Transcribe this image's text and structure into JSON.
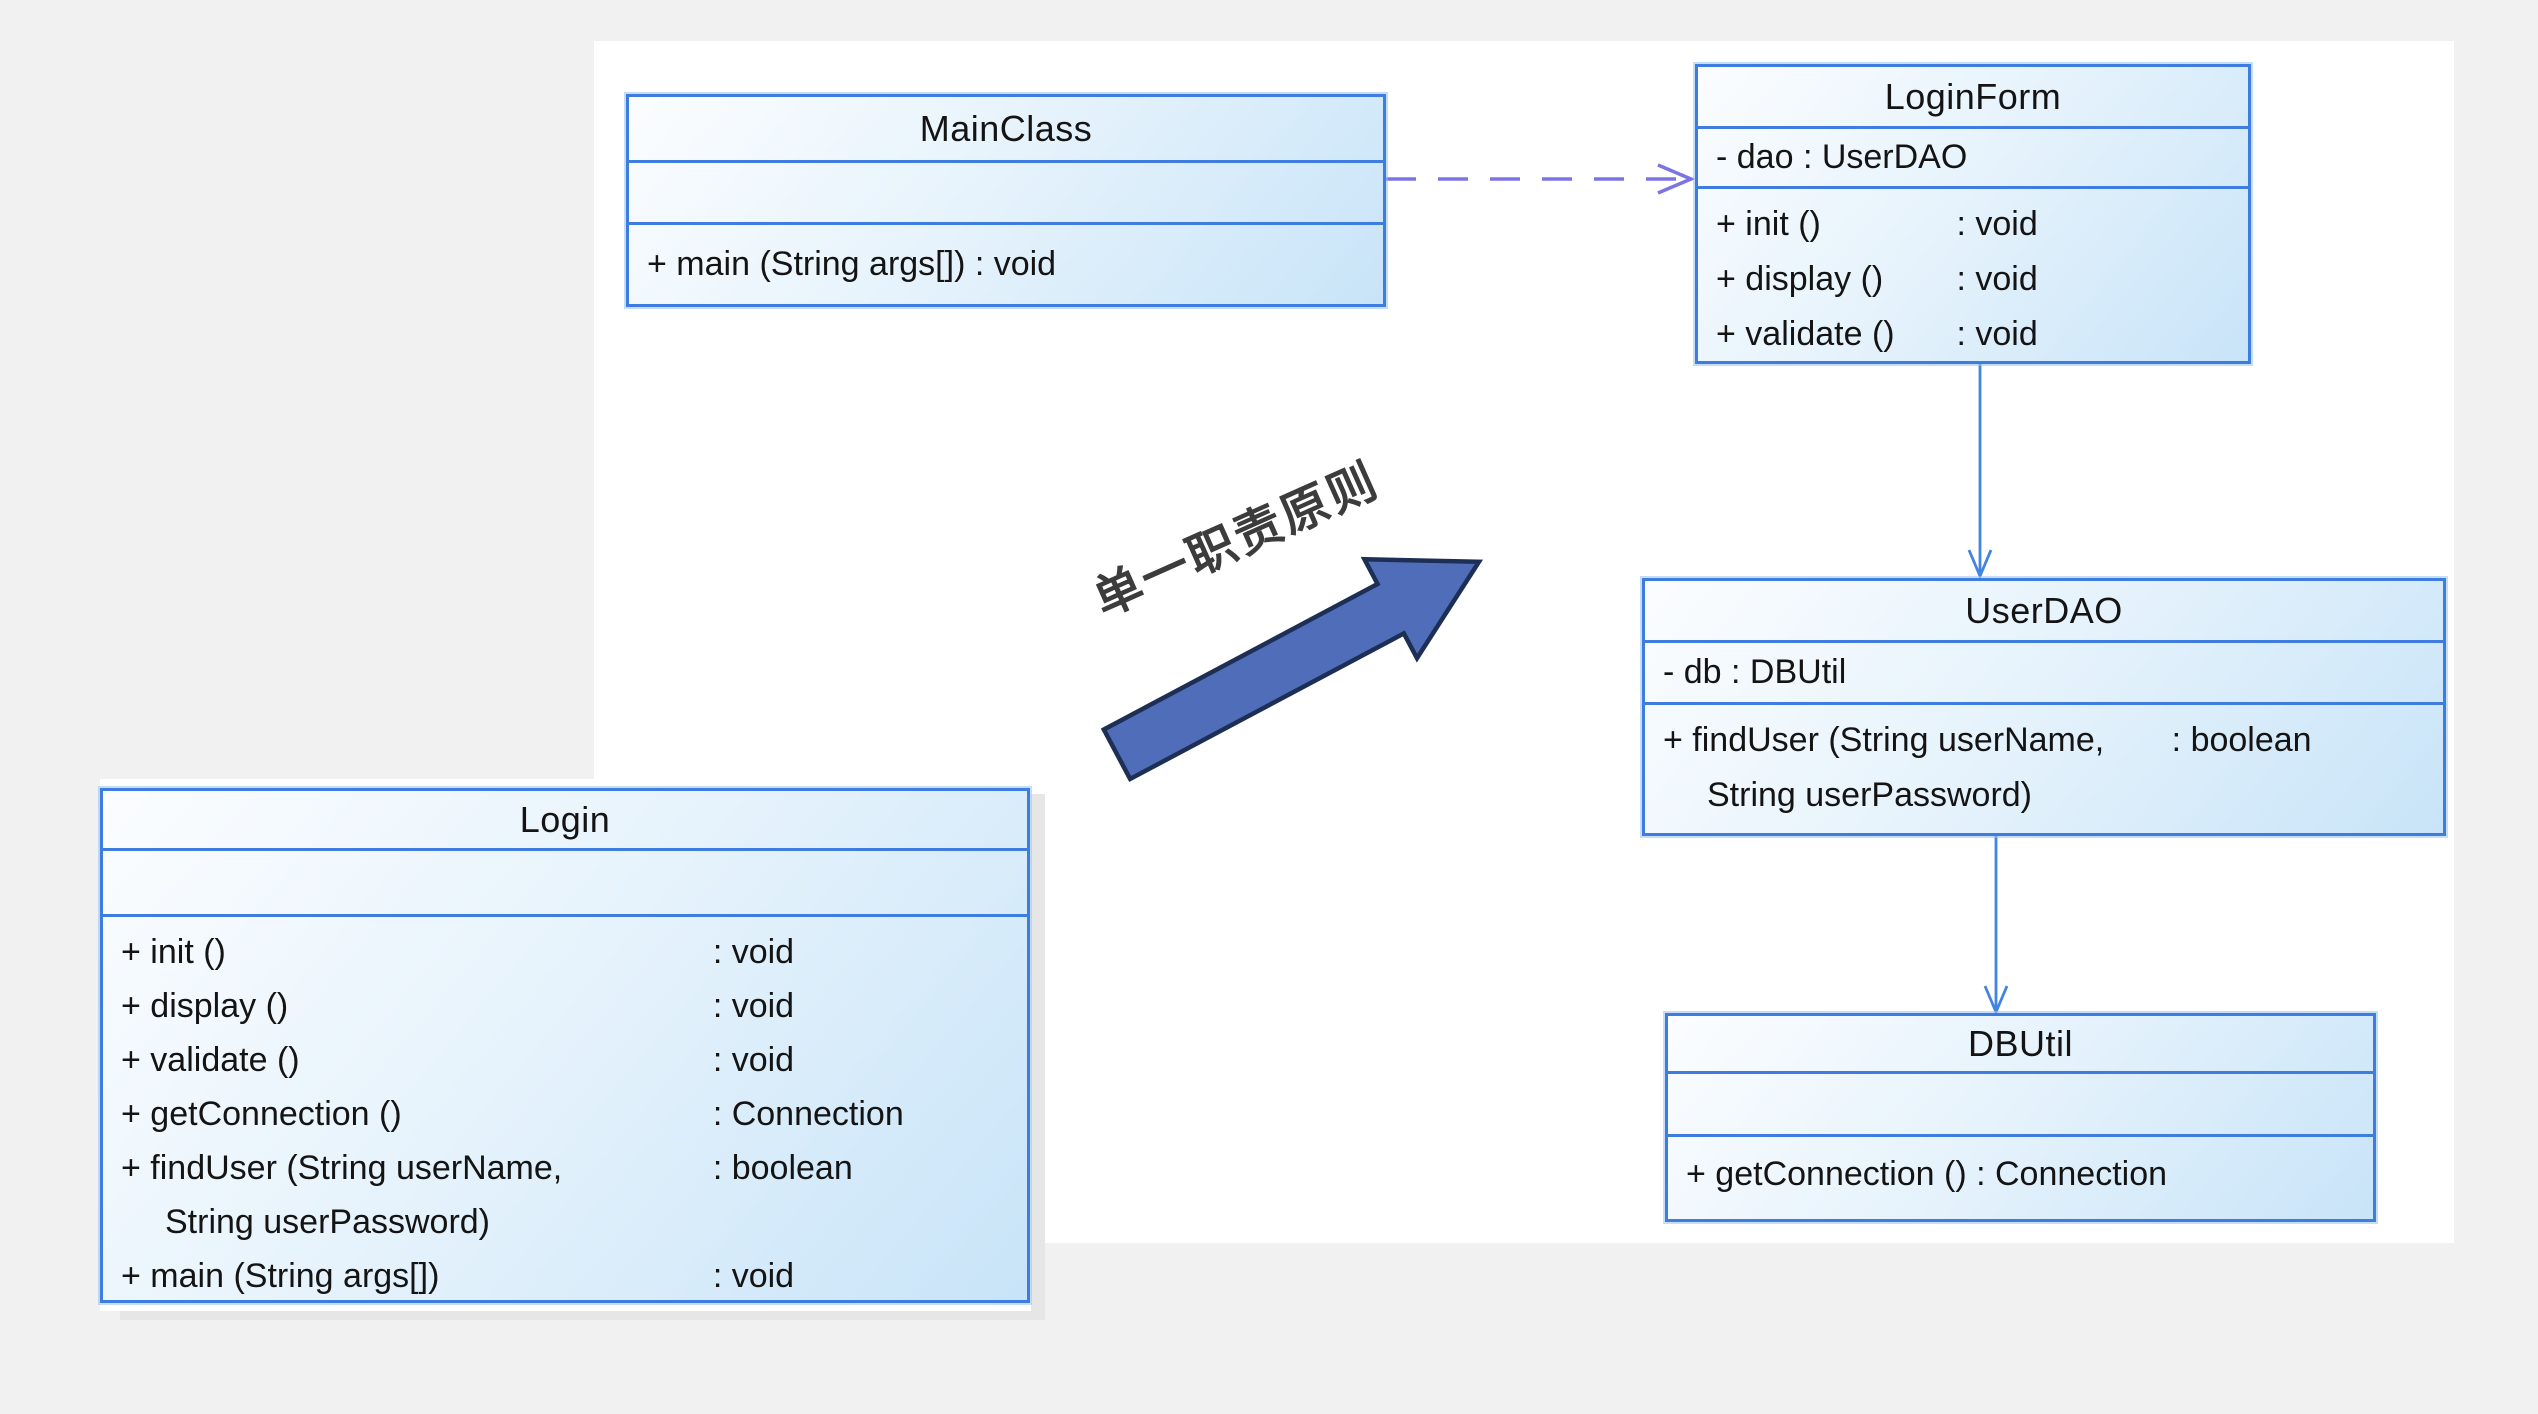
{
  "page": {
    "background_color": "#f1f1f1",
    "canvas_color": "#ffffff"
  },
  "colors": {
    "box_border": "#3f7ce0",
    "box_fill_light": "#fbfdff",
    "box_fill_dark": "#c8e4f8",
    "association_arrow": "#4285e0",
    "dependency_arrow": "#7c74e6",
    "banner_fill": "#4f6db8",
    "banner_stroke": "#1e2f55",
    "banner_text_color": "#3c3c3c"
  },
  "banner": {
    "label": "单一职责原则"
  },
  "classes": {
    "mainclass": {
      "name": "MainClass",
      "attributes": "",
      "operations": [
        {
          "left": "+ main (String args[]) : void",
          "right": ""
        }
      ]
    },
    "loginform": {
      "name": "LoginForm",
      "attributes": "- dao : UserDAO",
      "operations": [
        {
          "left": "+ init ()",
          "right": ": void"
        },
        {
          "left": "+ display ()",
          "right": ": void"
        },
        {
          "left": "+ validate ()",
          "right": ": void"
        }
      ]
    },
    "userdao": {
      "name": "UserDAO",
      "attributes": "- db : DBUtil",
      "operations": [
        {
          "left": "+ findUser (String userName,",
          "right": ": boolean"
        },
        {
          "left": "String userPassword)",
          "right": ""
        }
      ]
    },
    "dbutil": {
      "name": "DBUtil",
      "attributes": "",
      "operations": [
        {
          "left": "+ getConnection () : Connection",
          "right": ""
        }
      ]
    },
    "login": {
      "name": "Login",
      "attributes": "",
      "operations": [
        {
          "left": "+ init ()",
          "right": ": void"
        },
        {
          "left": "+ display ()",
          "right": ": void"
        },
        {
          "left": "+ validate ()",
          "right": ": void"
        },
        {
          "left": "+ getConnection ()",
          "right": ": Connection"
        },
        {
          "left": "+ findUser (String userName,",
          "right": ": boolean"
        },
        {
          "left": "String userPassword)",
          "right": ""
        },
        {
          "left": "+ main (String args[])",
          "right": ": void"
        }
      ]
    }
  },
  "relationships": [
    {
      "from": "MainClass",
      "to": "LoginForm",
      "type": "dependency-dashed"
    },
    {
      "from": "LoginForm",
      "to": "UserDAO",
      "type": "association"
    },
    {
      "from": "UserDAO",
      "to": "DBUtil",
      "type": "association"
    }
  ]
}
